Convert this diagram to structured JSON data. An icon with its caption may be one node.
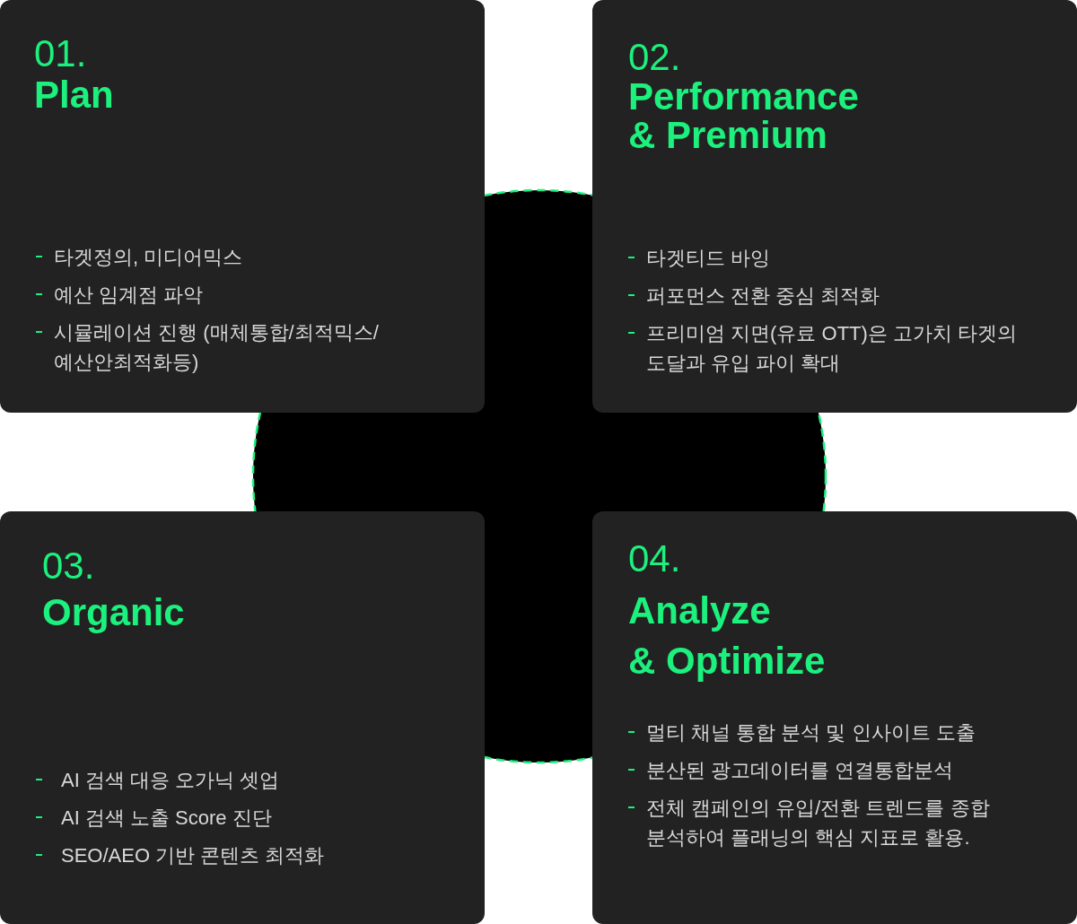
{
  "diagram": {
    "nodes": [
      {
        "text": [
          "01.",
          "Plan",
          "타겟정의, 미디어믹스",
          "예산 임계점 파악",
          "시뮬레이션 진행 (매체통합/최적믹스/예산안최적화등)"
        ]
      },
      {
        "text": [
          "02.",
          "Performance & Premium",
          "타겟티드 바잉",
          "퍼포먼스 전환 중심 최적화",
          "프리미엄 지면(유료 OTT)은 고가치 타겟의 도달과 유입 파이 확대"
        ]
      },
      {
        "text": [
          "03.",
          "Organic",
          "AI 검색 대응 오가닉 셋업",
          "AI 검색 노출 Score 진단",
          "SEO/AEO 기반 콘텐츠 최적화"
        ]
      },
      {
        "text": [
          "04.",
          "Analyze & Optimize",
          "멀티 채널 통합 분석 및 인사이트 도출",
          "분산된 광고데이터를 연결통합분석",
          "전체 캠페인의 유입/전환 트렌드를 종합 분석하여 플래닝의 핵심 지표로 활용."
        ]
      }
    ]
  }
}
